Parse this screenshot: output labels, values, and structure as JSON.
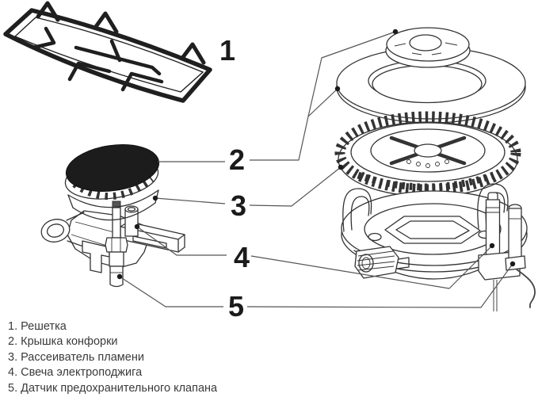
{
  "figure": {
    "callouts": {
      "n1": "1",
      "n2": "2",
      "n3": "3",
      "n4": "4",
      "n5": "5"
    },
    "legend": {
      "items": [
        {
          "text": "1. Решетка"
        },
        {
          "text": "2. Крышка конфорки"
        },
        {
          "text": "3. Рассеиватель пламени"
        },
        {
          "text": "4. Свеча электроподжига"
        },
        {
          "text": "5. Датчик предохранительного клапана"
        }
      ]
    },
    "colors": {
      "background": "#ffffff",
      "line": "#333333",
      "grate_line": "#1f1f1f",
      "cap_fill": "#1c1c1c",
      "leader": "#555555",
      "text": "#3a3a3a",
      "number": "#1b1b1b"
    }
  }
}
